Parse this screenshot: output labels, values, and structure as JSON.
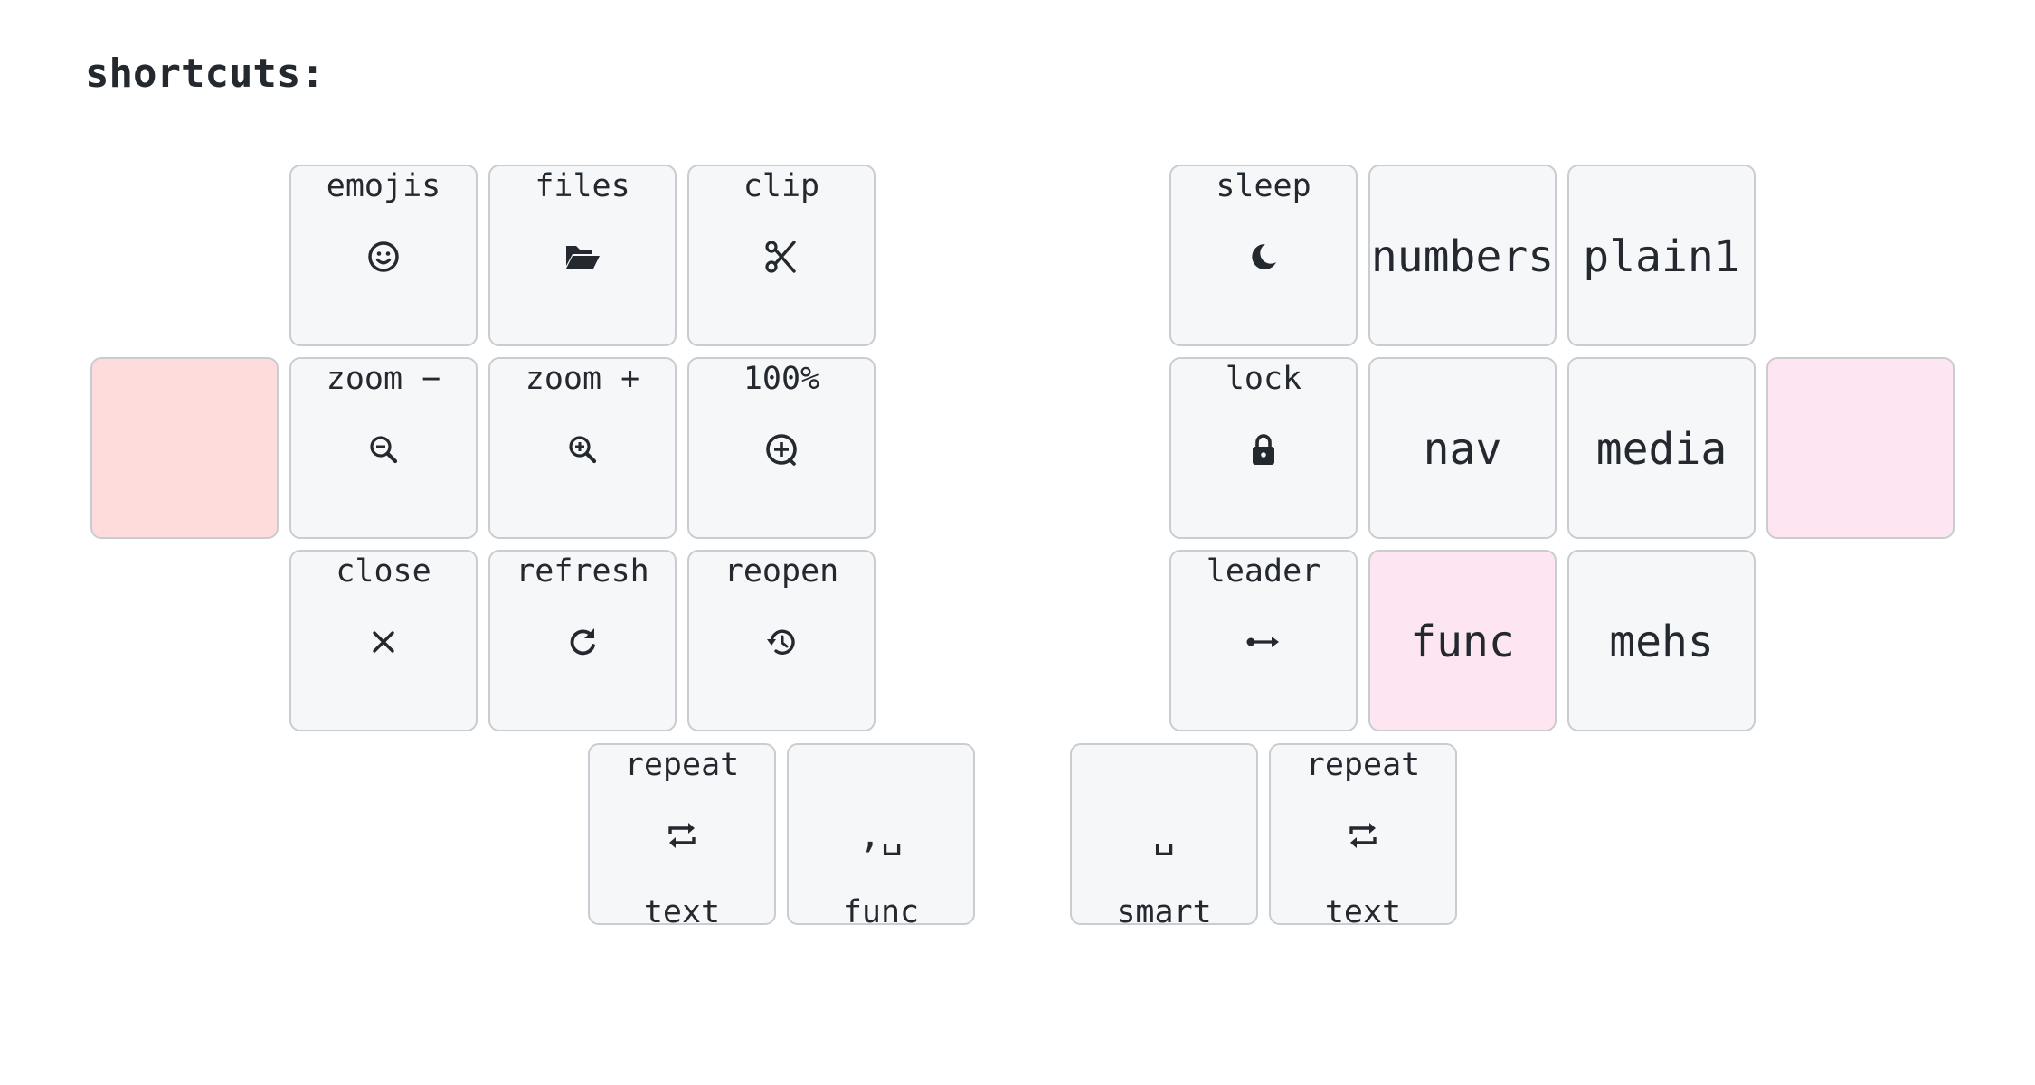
{
  "title": "shortcuts:",
  "keys": {
    "emojis": {
      "label": "emojis",
      "icon": "smile-icon"
    },
    "files": {
      "label": "files",
      "icon": "folder-open-icon"
    },
    "clip": {
      "label": "clip",
      "icon": "scissors-icon"
    },
    "zoom_out": {
      "label": "zoom −",
      "icon": "zoom-out-icon"
    },
    "zoom_in": {
      "label": "zoom +",
      "icon": "zoom-in-icon"
    },
    "zoom_reset": {
      "label": "100%",
      "icon": "circle-plus-icon"
    },
    "close": {
      "label": "close",
      "icon": "close-icon"
    },
    "refresh": {
      "label": "refresh",
      "icon": "refresh-icon"
    },
    "reopen": {
      "label": "reopen",
      "icon": "history-icon"
    },
    "repeat_left": {
      "label": "repeat",
      "sublabel": "text",
      "icon": "repeat-icon"
    },
    "func_thumb": {
      "glyph": ",␣",
      "sublabel": "func"
    },
    "space_thumb": {
      "glyph": "␣",
      "sublabel": "smart"
    },
    "repeat_right": {
      "label": "repeat",
      "sublabel": "text",
      "icon": "repeat-icon"
    },
    "sleep": {
      "label": "sleep",
      "icon": "moon-icon"
    },
    "numbers": {
      "label": "numbers"
    },
    "plain1": {
      "label": "plain1"
    },
    "lock": {
      "label": "lock",
      "icon": "lock-icon"
    },
    "nav": {
      "label": "nav"
    },
    "media": {
      "label": "media"
    },
    "leader": {
      "label": "leader",
      "icon": "leader-arrow-icon"
    },
    "func": {
      "label": "func"
    },
    "mehs": {
      "label": "mehs"
    }
  },
  "colors": {
    "key_bg": "#f6f7f9",
    "key_border": "#c9ccd1",
    "held_left": "#ffdcdc",
    "held_right": "#fde6f2",
    "text": "#24292f"
  }
}
